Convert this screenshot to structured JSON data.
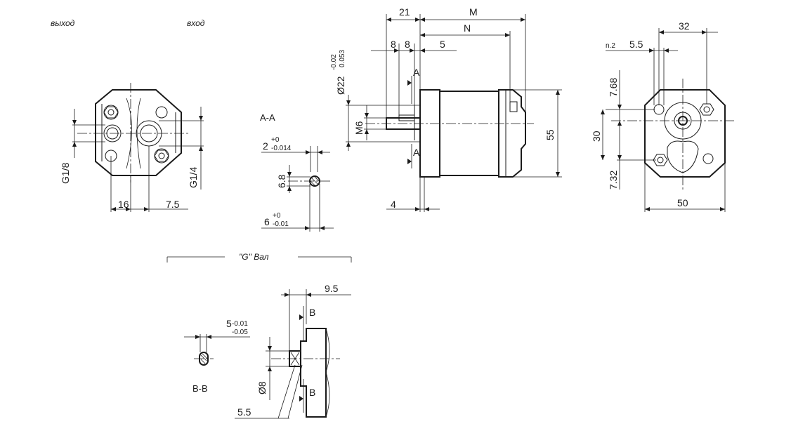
{
  "labels": {
    "outlet": "выход",
    "inlet": "вход",
    "section_aa": "A-A",
    "section_bb": "B-B",
    "shaft_g": "\"G\" Вал",
    "cut_a": "A",
    "cut_b": "B"
  },
  "dims": {
    "g18": "G1/8",
    "g14": "G1/4",
    "d16": "16",
    "d75": "7.5",
    "key_w_nom": "2",
    "key_w_up": "+0",
    "key_w_lo": "-0.014",
    "d68": "6.8",
    "d6_nom": "6",
    "d6_up": "+0",
    "d6_lo": "-0.01",
    "d21": "21",
    "dM": "M",
    "dN": "N",
    "d8a": "8",
    "d8b": "8",
    "d5": "5",
    "d22_nom": "Ø22",
    "d22_up": "-0.02",
    "d22_lo": "0.053",
    "dM6": "M6",
    "d55": "55",
    "d4": "4",
    "d32": "32",
    "dn2": "n.2",
    "d55b": "5.5",
    "d768": "7.68",
    "d30": "30",
    "d732": "7.32",
    "d50": "50",
    "d95": "9.5",
    "d5g_nom": "5",
    "d5g_up": "-0.01",
    "d5g_lo": "-0.05",
    "d8dia": "Ø8",
    "d55g": "5.5"
  }
}
